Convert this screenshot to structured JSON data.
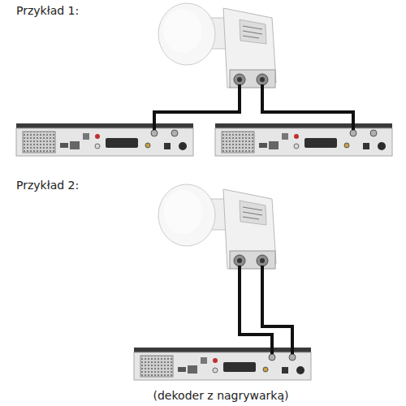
{
  "diagram": {
    "labels": [
      "Przykład 1:",
      "Przykład 2:",
      "(dekoder z nagrywarką)"
    ]
  }
}
